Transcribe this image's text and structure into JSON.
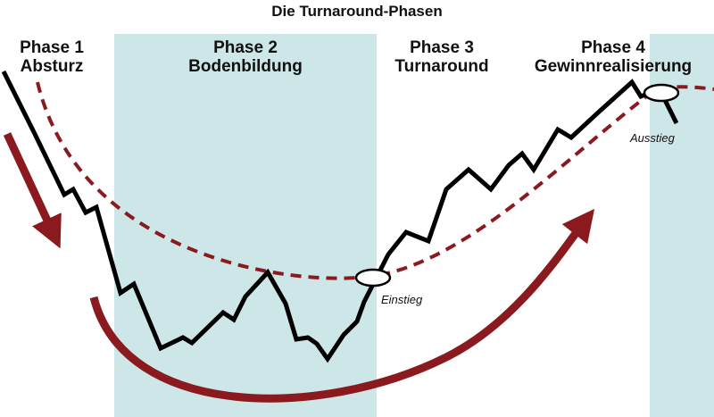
{
  "title": "Die Turnaround-Phasen",
  "phases": [
    {
      "line1": "Phase 1",
      "line2": "Absturz"
    },
    {
      "line1": "Phase 2",
      "line2": "Bodenbildung"
    },
    {
      "line1": "Phase 3",
      "line2": "Turnaround"
    },
    {
      "line1": "Phase 4",
      "line2": "Gewinnrealisierung"
    }
  ],
  "markers": {
    "entry": "Einstieg",
    "exit": "Ausstieg"
  },
  "colors": {
    "highlight_band": "#cde6e7",
    "price_line": "#000000",
    "trend_arrows": "#8b1a1f",
    "trend_dashed": "#8b1a1f",
    "marker_fill": "#ffffff"
  }
}
